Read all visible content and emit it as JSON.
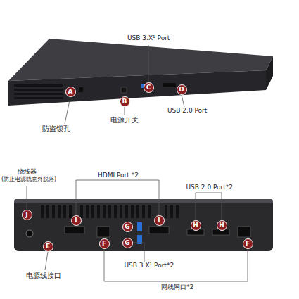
{
  "diagram": {
    "nodes": [
      {
        "text": [
          "A"
        ]
      },
      {
        "text": [
          "B"
        ]
      },
      {
        "text": [
          "C"
        ]
      },
      {
        "text": [
          "D"
        ]
      },
      {
        "text": [
          "J"
        ]
      },
      {
        "text": [
          "I"
        ]
      },
      {
        "text": [
          "I"
        ]
      },
      {
        "text": [
          "G"
        ]
      },
      {
        "text": [
          "G"
        ]
      },
      {
        "text": [
          "H"
        ]
      },
      {
        "text": [
          "H"
        ]
      },
      {
        "text": [
          "F"
        ]
      },
      {
        "text": [
          "F"
        ]
      },
      {
        "text": [
          "E"
        ]
      }
    ],
    "labels": [
      "USB 3.X¹ Port",
      "防盗锁孔",
      "电源开关",
      "USB 2.0 Port",
      "绕线器",
      "(防止电源线意外脱落)",
      "HDMI Port *2",
      "USB 2.0 Port*2",
      "USB 3.X¹ Port*2",
      "电源线接口",
      "网线网口*2"
    ]
  }
}
